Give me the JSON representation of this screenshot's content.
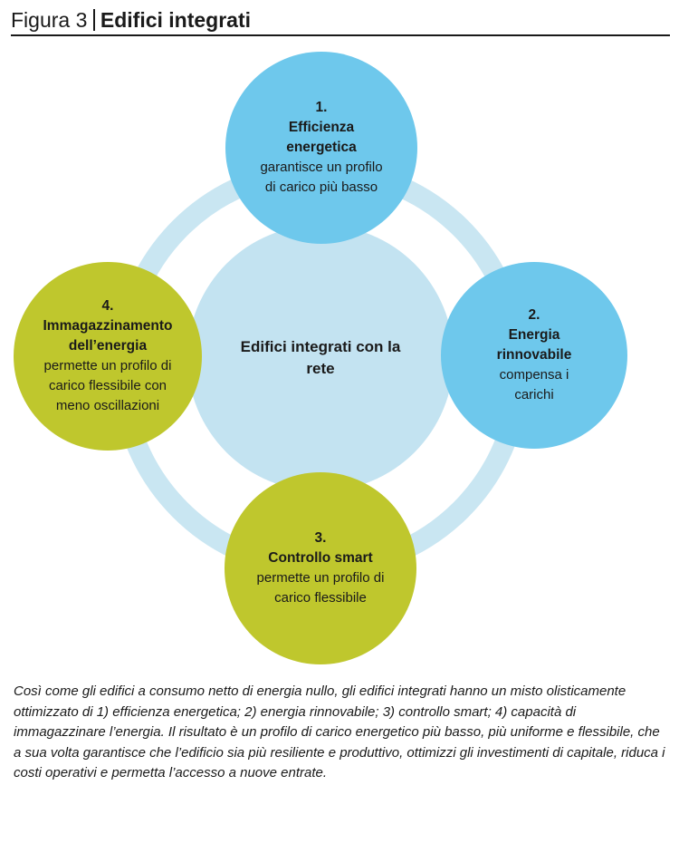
{
  "header": {
    "figure_label": "Figura 3",
    "title": "Edifici integrati"
  },
  "diagram": {
    "center": "Edifici integrati con la rete",
    "nodes": [
      {
        "number": "1.",
        "title": "Efficienza energetica",
        "description": "garantisce un profilo di carico più basso",
        "color": "#6ec8ec"
      },
      {
        "number": "2.",
        "title": "Energia rinnovabile",
        "description": "compensa i carichi",
        "color": "#6ec8ec"
      },
      {
        "number": "3.",
        "title": "Controllo smart",
        "description": "permette un profilo di carico flessibile",
        "color": "#bfc72d"
      },
      {
        "number": "4.",
        "title": "Immagazzinamento dell’energia",
        "description": "permette un profilo di carico flessibile con meno oscillazioni",
        "color": "#bfc72d"
      }
    ],
    "ring_color": "#c9e6f2",
    "core_color": "#c3e3f1"
  },
  "caption": "Così come gli edifici a consumo netto di energia nullo, gli edifici integrati hanno un misto olisticamente ottimizzato di 1) efficienza energetica; 2) energia rinnovabile; 3) controllo smart; 4) capacità di immagazzinare l’energia. Il risultato è un profilo di carico energetico più basso, più uniforme e flessibile, che a sua volta garantisce che l’edificio sia più resiliente e produttivo, ottimizzi gli investimenti di capitale, riduca i costi operativi e permetta l’accesso a nuove entrate."
}
